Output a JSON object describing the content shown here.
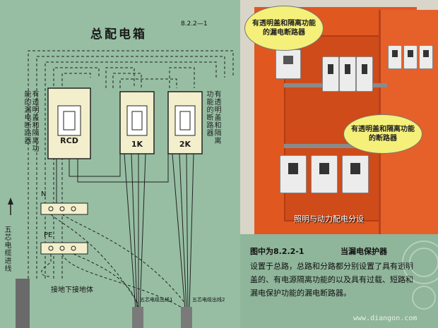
{
  "diagram": {
    "title": "总配电箱",
    "figure_number": "8.2.2—1",
    "rcd_label": "RCD",
    "breaker_1_label": "1K",
    "breaker_2_label": "2K",
    "left_note": "有透明盖和隔离功能的漏电断路器",
    "right_note": "有透明盖和隔离功能的断路器",
    "n_label": "N",
    "pe_label": "PE",
    "incoming_label": "五芯电缆进线",
    "ground_label": "接地下接地体",
    "outgoing_1": "五芯电缆出线1",
    "outgoing_2": "五芯电缆出线2"
  },
  "photo": {
    "bubble_top": "有透明盖和隔离功能的漏电断路器",
    "bubble_mid": "有透明盖和隔离功能的断路器",
    "caption": "照明与动力配电分设"
  },
  "text": {
    "figure_ref": "图中为8.2.2-1",
    "heading": "当漏电保护器",
    "body": "设置于总路，总路和分路都分别设置了具有透明盖的、有电源隔离功能的以及具有过载、短路和漏电保护功能的漏电断路器。"
  },
  "watermark": "www.diangon.com"
}
